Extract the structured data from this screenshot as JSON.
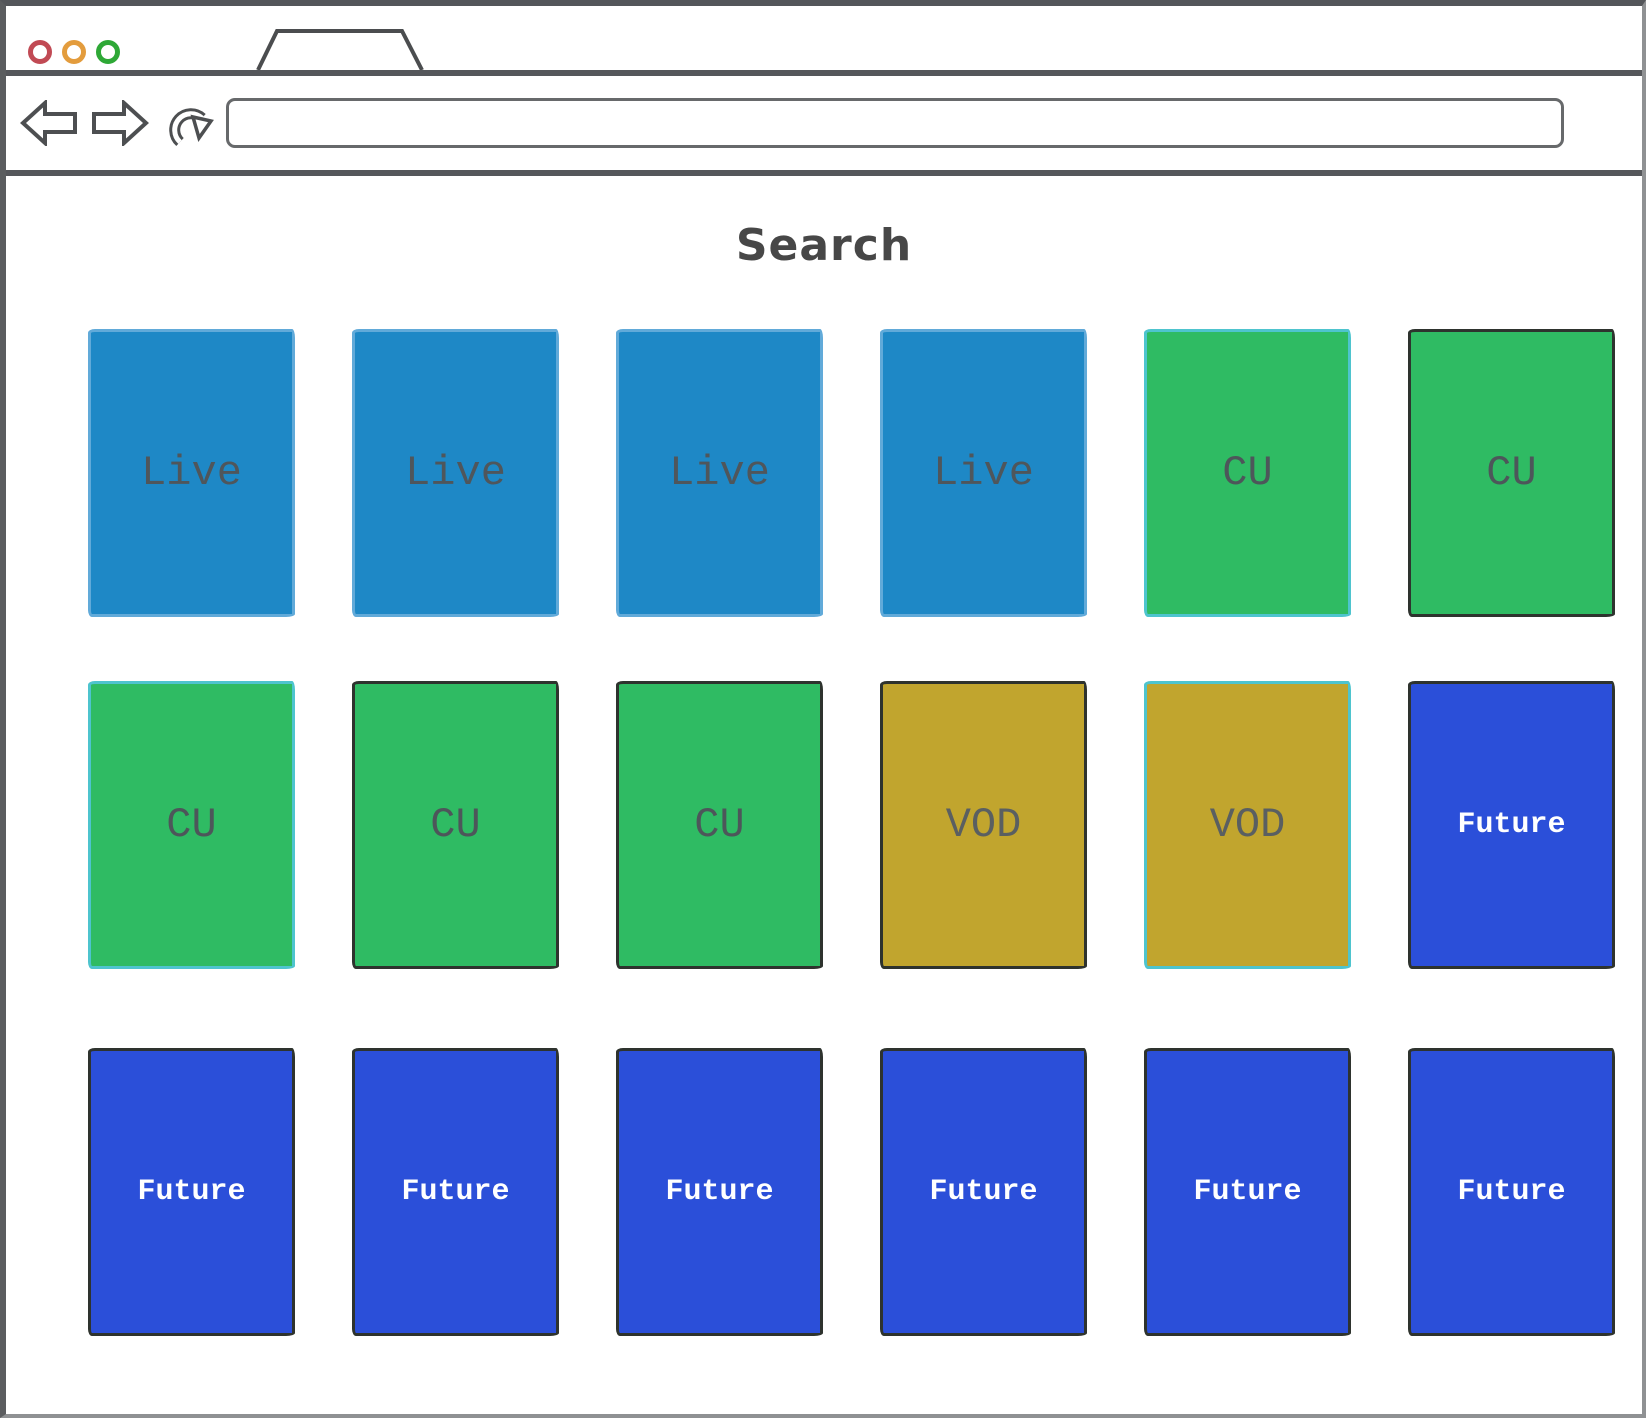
{
  "browser": {
    "traffic_lights": [
      {
        "name": "close",
        "color": "#C14A54"
      },
      {
        "name": "minimize",
        "color": "#E39C3D"
      },
      {
        "name": "maximize",
        "color": "#2EA836"
      }
    ],
    "icons": {
      "back": "back-arrow-icon",
      "forward": "forward-arrow-icon",
      "reload": "reload-icon",
      "tab": "browser-tab"
    },
    "url": {
      "value": "",
      "placeholder": ""
    }
  },
  "page": {
    "heading": "Search"
  },
  "tile_styles": {
    "live": {
      "bg": "#1E88C6",
      "text": "#4F565B"
    },
    "cu": {
      "bg": "#2FBB63",
      "text": "#4D565A"
    },
    "vod": {
      "bg": "#C1A52E",
      "text": "#5A5F61"
    },
    "future": {
      "bg": "#2B4FD9",
      "text": "#FFFFFF"
    }
  },
  "border_colors": {
    "dark": "#2E332E",
    "blue": "#61AAD9",
    "teal": "#4EC4CE"
  },
  "grid": {
    "rows": [
      {
        "tiles": [
          {
            "label": "Live",
            "type": "live",
            "border": "blue"
          },
          {
            "label": "Live",
            "type": "live",
            "border": "blue"
          },
          {
            "label": "Live",
            "type": "live",
            "border": "blue"
          },
          {
            "label": "Live",
            "type": "live",
            "border": "blue"
          },
          {
            "label": "CU",
            "type": "cu",
            "border": "teal"
          },
          {
            "label": "CU",
            "type": "cu",
            "border": "dark"
          }
        ]
      },
      {
        "tiles": [
          {
            "label": "CU",
            "type": "cu",
            "border": "teal"
          },
          {
            "label": "CU",
            "type": "cu",
            "border": "dark"
          },
          {
            "label": "CU",
            "type": "cu",
            "border": "dark"
          },
          {
            "label": "VOD",
            "type": "vod",
            "border": "dark"
          },
          {
            "label": "VOD",
            "type": "vod",
            "border": "teal"
          },
          {
            "label": "Future",
            "type": "future",
            "border": "dark"
          }
        ]
      },
      {
        "tiles": [
          {
            "label": "Future",
            "type": "future",
            "border": "dark"
          },
          {
            "label": "Future",
            "type": "future",
            "border": "dark"
          },
          {
            "label": "Future",
            "type": "future",
            "border": "dark"
          },
          {
            "label": "Future",
            "type": "future",
            "border": "dark"
          },
          {
            "label": "Future",
            "type": "future",
            "border": "dark"
          },
          {
            "label": "Future",
            "type": "future",
            "border": "dark"
          }
        ]
      }
    ]
  }
}
